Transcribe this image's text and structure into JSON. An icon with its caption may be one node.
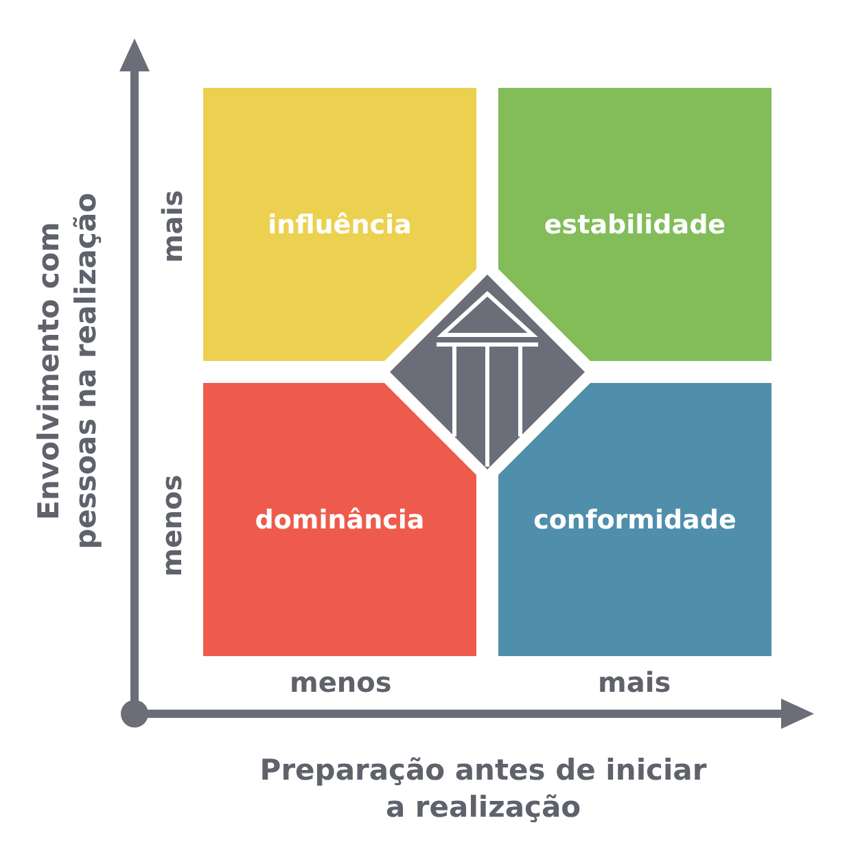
{
  "diagram": {
    "nodes": [
      {
        "text": [
          "influência"
        ]
      },
      {
        "text": [
          "estabilidade"
        ]
      },
      {
        "text": [
          "dominância"
        ]
      },
      {
        "text": [
          "conformidade"
        ]
      }
    ],
    "labels": [
      "Envolvimento com pessoas na realização",
      "mais",
      "menos",
      "menos",
      "mais",
      "Preparação antes de iniciar a realização"
    ]
  }
}
